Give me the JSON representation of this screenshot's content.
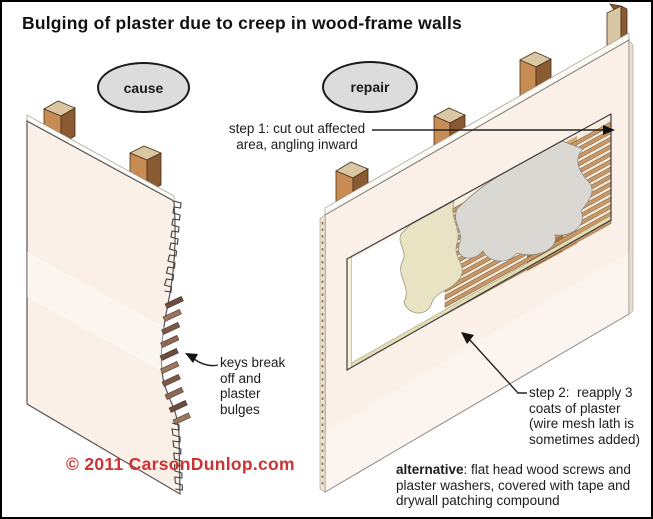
{
  "title": "Bulging of plaster due to creep in wood-frame walls",
  "labels": {
    "cause": "cause",
    "repair": "repair"
  },
  "annotations": {
    "step1": "step 1: cut out affected\narea, angling inward",
    "keys_break": "keys break\noff and\nplaster\nbulges",
    "step2": "step 2:  reapply 3\ncoats of plaster\n(wire mesh lath is\nsometimes added)",
    "alternative_lead": "alternative",
    "alternative_rest": ": flat head wood screws and plaster washers, covered with tape and drywall patching compound"
  },
  "copyright": "© 2011 CarsonDunlop.com",
  "colors": {
    "brand-red": "#cc3333",
    "bubble-fill": "#dcdcdc",
    "bubble-stroke": "#1a1a1a",
    "wall-plaster": "#fbf0e8",
    "wood-light": "#d9c7a4",
    "wood-mid": "#c68c54",
    "wood-dark": "#8a5a33",
    "lath-tan": "#c79767",
    "lath-line": "#6b4b36",
    "stud-behind": "#a8743d",
    "coat-beige": "#e8e4c3",
    "coat-gray": "#d9d8d3",
    "ink": "#1c1c1c"
  }
}
